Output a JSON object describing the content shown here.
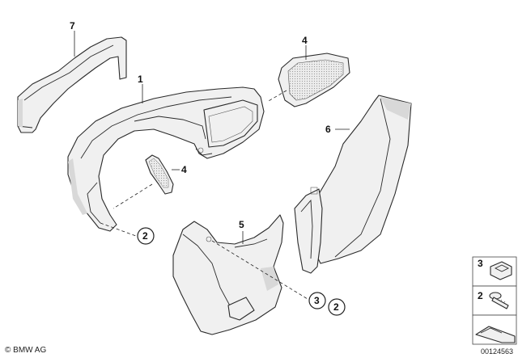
{
  "brand": "© BMW AG",
  "diagram_number": "00124563",
  "callouts": {
    "p7": "7",
    "p4_top": "4",
    "p1": "1",
    "p6": "6",
    "p4_mid": "4",
    "p5": "5",
    "p2_left": "2",
    "p3_circle": "3",
    "p2_circle": "2",
    "legend_3": "3",
    "legend_2": "2"
  },
  "colors": {
    "line": "#2a2a2a",
    "part_fill": "#f0f0f0",
    "background": "#ffffff"
  }
}
